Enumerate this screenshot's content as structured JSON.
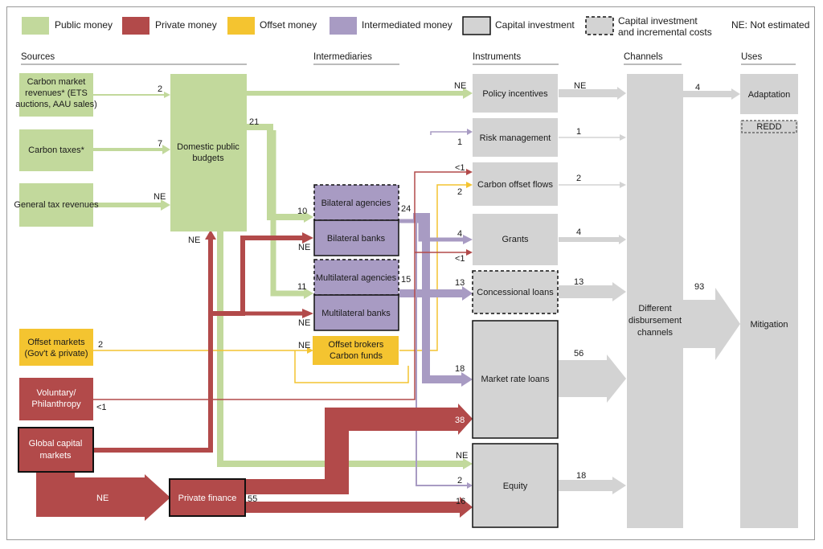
{
  "legend": {
    "public": "Public money",
    "private": "Private money",
    "offset": "Offset money",
    "intermediated": "Intermediated money",
    "capital": "Capital investment",
    "capital_costs_1": "Capital investment",
    "capital_costs_2": "and incremental costs",
    "ne": "NE: Not estimated"
  },
  "headers": {
    "sources": "Sources",
    "intermediaries": "Intermediaries",
    "instruments": "Instruments",
    "channels": "Channels",
    "uses": "Uses"
  },
  "sources": {
    "carbon_market_1": "Carbon market",
    "carbon_market_2": "revenues* (ETS",
    "carbon_market_3": "auctions, AAU sales)",
    "carbon_taxes": "Carbon taxes*",
    "general_tax": "General tax revenues",
    "domestic_1": "Domestic public",
    "domestic_2": "budgets",
    "offset_markets_1": "Offset markets",
    "offset_markets_2": "(Gov't & private)",
    "voluntary_1": "Voluntary/",
    "voluntary_2": "Philanthropy",
    "global_1": "Global capital",
    "global_2": "markets",
    "private_finance": "Private finance"
  },
  "intermediaries": {
    "bilateral_agencies": "Bilateral agencies",
    "bilateral_banks": "Bilateral banks",
    "multilateral_agencies": "Multilateral agencies",
    "multilateral_banks": "Multilateral banks",
    "offset_brokers_1": "Offset brokers",
    "offset_brokers_2": "Carbon funds"
  },
  "instruments": {
    "policy": "Policy incentives",
    "risk": "Risk management",
    "offset_flows": "Carbon offset flows",
    "grants": "Grants",
    "concessional": "Concessional loans",
    "market_rate": "Market rate loans",
    "equity": "Equity"
  },
  "channels": {
    "line1": "Different",
    "line2": "disbursement",
    "line3": "channels"
  },
  "uses": {
    "adaptation": "Adaptation",
    "redd": "REDD",
    "mitigation": "Mitigation"
  },
  "values": {
    "carbon_market": "2",
    "carbon_taxes": "7",
    "general_tax": "NE",
    "domestic_out": "21",
    "domestic_ne": "NE",
    "policy_in": "NE",
    "policy_out": "NE",
    "adaptation": "4",
    "risk_in": "1",
    "risk_out": "1",
    "offset_flows_in1": "<1",
    "offset_flows_in2": "2",
    "offset_flows_out": "2",
    "bilateral_agencies_in": "10",
    "bilateral_intermediated": "24",
    "bilateral_banks_ne": "NE",
    "grants_in": "4",
    "grants_out": "4",
    "grants_small": "<1",
    "multilateral_agencies_in": "11",
    "multilateral_intermediated": "15",
    "multilateral_banks_ne": "NE",
    "concessional_in": "13",
    "concessional_out": "13",
    "mitigation": "93",
    "offset_markets": "2",
    "offset_brokers_ne": "NE",
    "market_rate_in": "18",
    "market_rate_out": "56",
    "voluntary": "<1",
    "private_to_market": "38",
    "equity_ne": "NE",
    "equity_in": "2",
    "equity_out": "18",
    "global_ne": "NE",
    "private_finance": "55",
    "private_to_equity": "16"
  },
  "colors": {
    "public": "#c2d99c",
    "private": "#b24a4a",
    "offset": "#f4c430",
    "intermediated": "#a89bc3",
    "gray": "#d3d3d3"
  }
}
